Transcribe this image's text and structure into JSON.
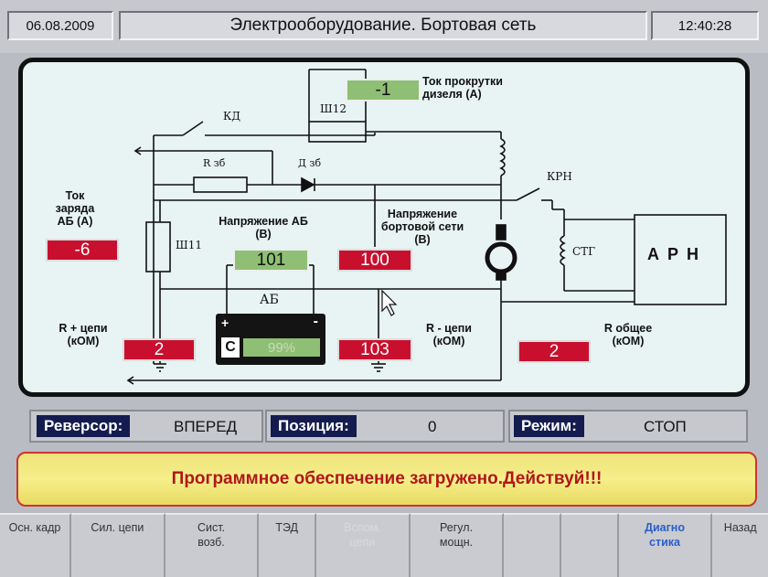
{
  "header": {
    "date": "06.08.2009",
    "title": "Электрооборудование. Бортовая сеть",
    "time": "12:40:28"
  },
  "diagram": {
    "labels": {
      "tok_prokrutki": "Ток прокрутки дизеля (А)",
      "tok_zaryada": "Ток заряда АБ (А)",
      "napr_ab": "Напряжение АБ (В)",
      "napr_bort": "Напряжение бортовой сети (В)",
      "r_plus": "R + цепи (кОМ)",
      "r_minus": "R - цепи (кОМ)",
      "r_total": "R общее (кОМ)"
    },
    "components": {
      "kd": "КД",
      "sh12": "Ш12",
      "rzb": "R зб",
      "dzb": "Д зб",
      "krn": "КРН",
      "sh11": "Ш11",
      "ab": "АБ",
      "stg": "СТГ",
      "arn": "А Р Н",
      "plus": "+",
      "minus": "-",
      "battery_c": "С"
    },
    "values": {
      "tok_prokrutki": "-1",
      "tok_zaryada": "-6",
      "napr_ab": "101",
      "napr_bort": "100",
      "r_plus": "2",
      "r_minus": "103",
      "r_total": "2",
      "battery_charge": "99%"
    }
  },
  "status": {
    "reversor_label": "Реверсор:",
    "reversor_value": "ВПЕРЕД",
    "position_label": "Позиция:",
    "position_value": "0",
    "mode_label": "Режим:",
    "mode_value": "СТОП"
  },
  "message": "Программное обеспечение загружено.Действуй!!!",
  "menu": [
    {
      "label": "Осн. кадр"
    },
    {
      "label": "Сил. цепи"
    },
    {
      "label": "Сист. возб."
    },
    {
      "label": "ТЭД"
    },
    {
      "label": "Вспом. цепи"
    },
    {
      "label": "Регул. мощн."
    },
    {
      "label": ""
    },
    {
      "label": ""
    },
    {
      "label": "Диагно стика"
    },
    {
      "label": "Назад"
    }
  ],
  "colors": {
    "display_red": "#c8102e",
    "display_green": "#8fbf74",
    "message_text": "#b0171a",
    "active_menu": "#2a5ec8",
    "status_chip": "#141c4f"
  }
}
